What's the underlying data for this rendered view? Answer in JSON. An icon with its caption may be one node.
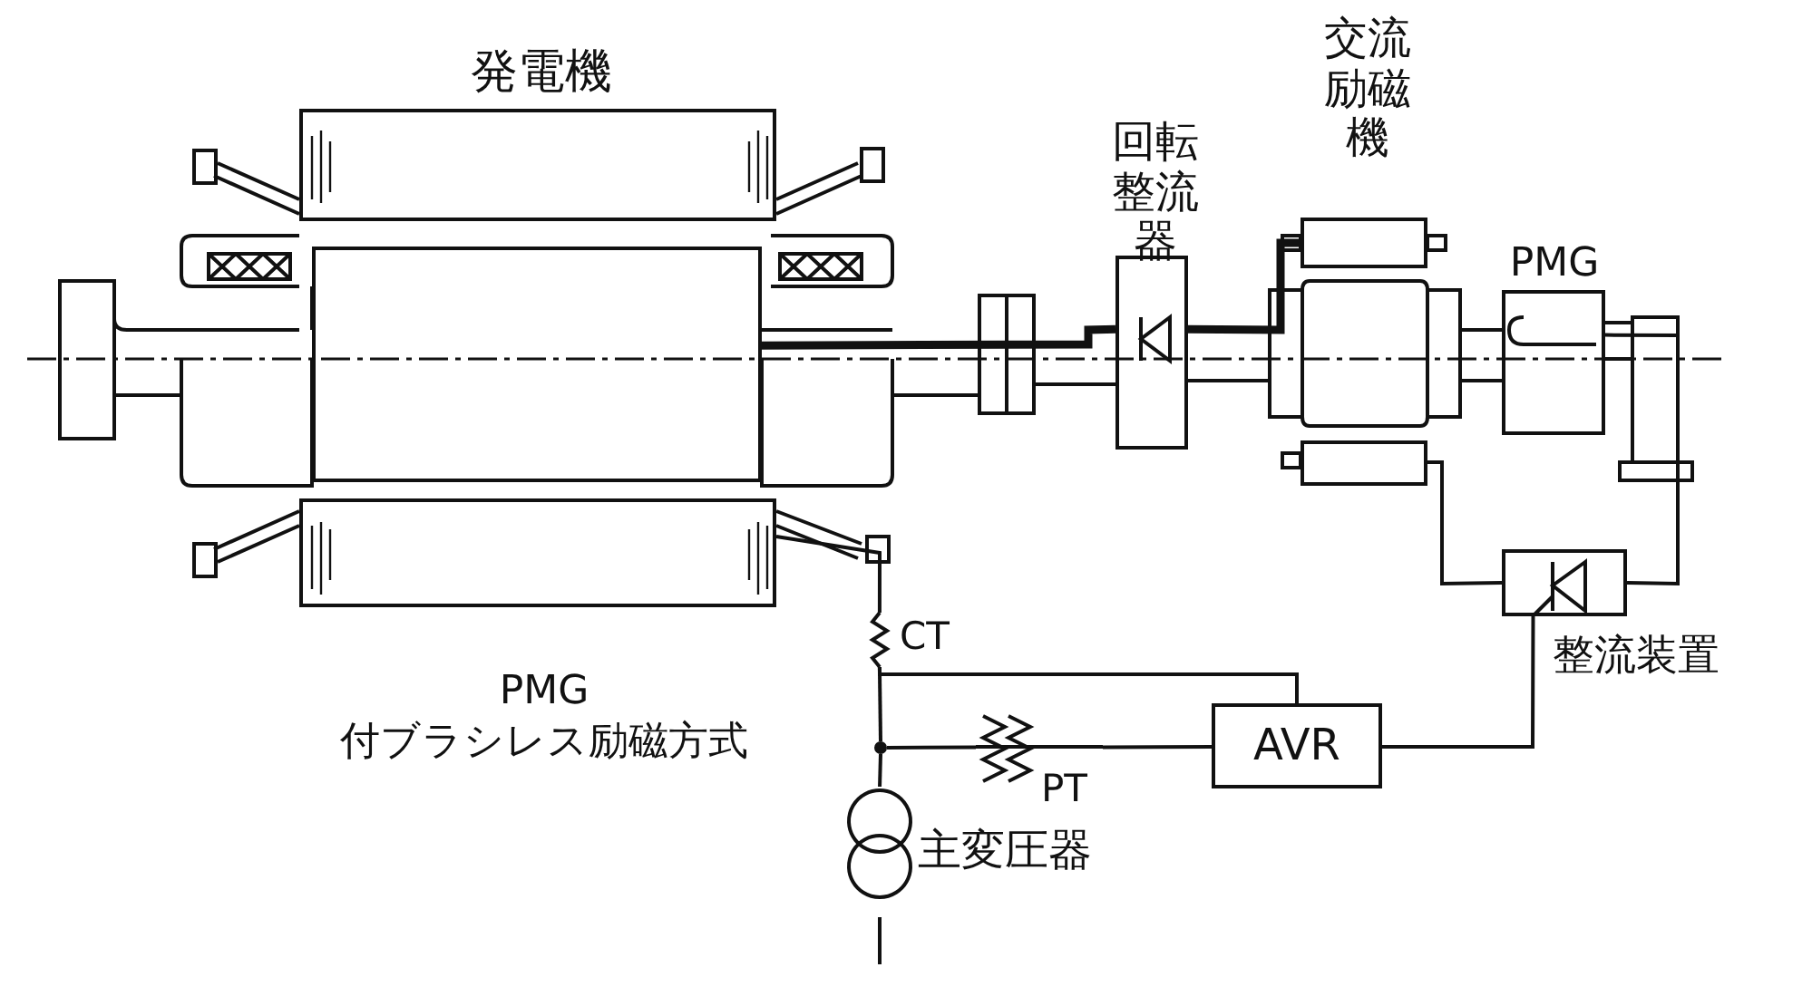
{
  "diagram": {
    "nodes": [
      {
        "text": [
          "発電機"
        ]
      },
      {
        "text": [
          "回転整流器"
        ]
      },
      {
        "text": [
          "交流励磁機"
        ]
      },
      {
        "text": [
          "PMG"
        ]
      },
      {
        "text": [],
        "shape": "box"
      },
      {
        "text": [],
        "shape": "box"
      },
      {
        "text": [],
        "shape": "box"
      },
      {
        "text": [
          "CT"
        ]
      },
      {
        "text": [
          "整流装置"
        ]
      },
      {
        "text": [],
        "shape": "circle"
      },
      {
        "text": [
          "PT"
        ]
      },
      {
        "text": [
          "AVR"
        ]
      },
      {
        "text": [
          "主変圧器"
        ]
      }
    ],
    "edges": [
      {
        "from": 4,
        "to": 1,
        "arrow": "none",
        "style": "thick"
      },
      {
        "from": 1,
        "to": 2,
        "arrow": "none",
        "style": "thick"
      },
      {
        "from": 6,
        "to": 7,
        "arrow": "none"
      },
      {
        "from": 7,
        "to": 9,
        "arrow": "none"
      },
      {
        "from": 9,
        "to": 12,
        "arrow": "none"
      },
      {
        "from": 12,
        "to": null,
        "arrow": "none"
      },
      {
        "from": 9,
        "to": 10,
        "arrow": "none"
      },
      {
        "from": 10,
        "to": 11,
        "arrow": "none"
      },
      {
        "from": 7,
        "to": 11,
        "arrow": "none"
      },
      {
        "from": 11,
        "to": 8,
        "arrow": "none"
      },
      {
        "from": 8,
        "to": 3,
        "arrow": "none"
      },
      {
        "from": 8,
        "to": 5,
        "arrow": "none"
      }
    ],
    "labels": [
      "PMG付ブラシレス励磁方式"
    ]
  }
}
